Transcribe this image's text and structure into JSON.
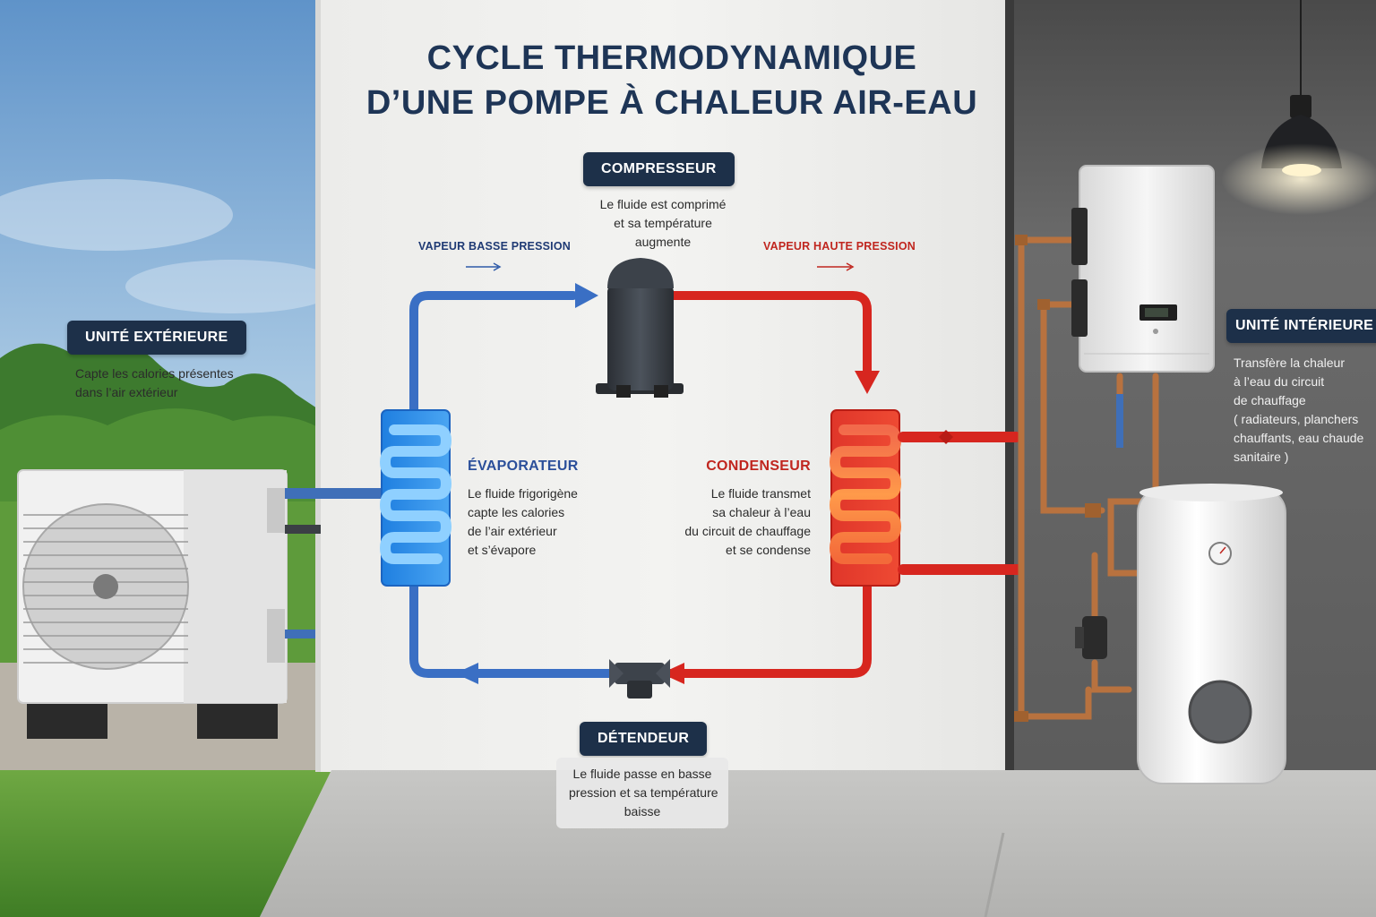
{
  "title": {
    "line1": "CYCLE THERMODYNAMIQUE",
    "line2": "D’UNE POMPE À CHALEUR AIR-EAU"
  },
  "compresseur": {
    "label": "COMPRESSEUR",
    "desc": [
      "Le fluide est comprimé",
      "et sa température",
      "augmente"
    ]
  },
  "flows": {
    "low": "VAPEUR BASSE PRESSION",
    "high": "VAPEUR HAUTE PRESSION"
  },
  "evaporateur": {
    "label": "ÉVAPORATEUR",
    "desc": [
      "Le fluide frigorigène",
      "capte les calories",
      "de l’air extérieur",
      "et s’évapore"
    ]
  },
  "condenseur": {
    "label": "CONDENSEUR",
    "desc": [
      "Le fluide transmet",
      "sa chaleur à l’eau",
      "du circuit de chauffage",
      "et se condense"
    ]
  },
  "detendeur": {
    "label": "DÉTENDEUR",
    "desc": [
      "Le fluide passe en basse",
      "pression et sa température",
      "baisse"
    ]
  },
  "unite_exterieure": {
    "label": "UNITÉ EXTÉRIEURE",
    "desc": [
      "Capte les calories présentes",
      "dans l’air extérieur"
    ]
  },
  "unite_interieure": {
    "label": "UNITÉ INTÉRIEURE",
    "desc": [
      "Transfère la chaleur",
      "à l’eau du circuit",
      "de chauffage",
      "( radiateurs, planchers",
      "chauffants, eau chaude",
      "sanitaire )"
    ]
  },
  "colors": {
    "cold": "#3a6fc4",
    "hot": "#d7261f",
    "badge": "#1d3049",
    "title": "#1e3556"
  },
  "icons": {
    "arrow": "right-arrow-icon",
    "fan": "fan-grille-icon",
    "lamp": "pendant-lamp-icon",
    "gauge": "pressure-gauge-icon"
  }
}
